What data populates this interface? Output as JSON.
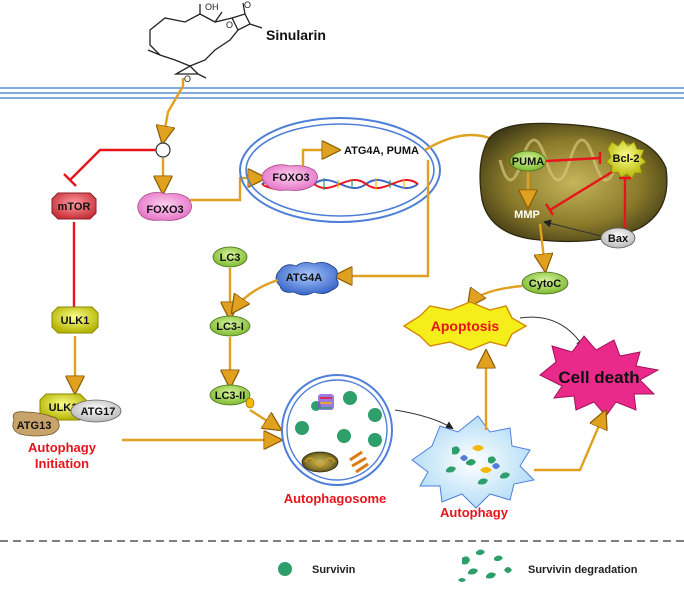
{
  "labels": {
    "sinularin": "Sinularin",
    "mtor": "mTOR",
    "foxo3": "FOXO3",
    "foxo3_nuclear": "FOXO3",
    "atg4a_puma": "ATG4A, PUMA",
    "ulk1_top": "ULK1",
    "ulk1_complex": "ULK1",
    "atg13": "ATG13",
    "atg17": "ATG17",
    "autophagy_initiation_line1": "Autophagy",
    "autophagy_initiation_line2": "Initiation",
    "lc3": "LC3",
    "lc3_i": "LC3-I",
    "lc3_ii": "LC3-II",
    "atg4a": "ATG4A",
    "puma": "PUMA",
    "bcl2": "Bcl-2",
    "mmp": "MMP",
    "bax": "Bax",
    "cytoc": "CytoC",
    "apoptosis": "Apoptosis",
    "cell_death": "Cell death",
    "autophagosome": "Autophagosome",
    "autophagy": "Autophagy"
  },
  "legend": {
    "survivin": "Survivin",
    "survivin_degradation": "Survivin degradation"
  },
  "colors": {
    "membrane": "#5b8fd6",
    "activation_arrow": "#e0a020",
    "inhibition": "#e8141c",
    "survivin": "#2e9e6b",
    "foxo3": "#f08ad0",
    "mtor": "#e0555e",
    "ulk1": "#d6d61e",
    "lc3": "#8cc63f",
    "atg4a": "#4f7fd8",
    "mitochondrion": "#6b6b2a",
    "apoptosis_burst": "#f6ee1a",
    "cell_death_burst": "#ea2a8a"
  }
}
